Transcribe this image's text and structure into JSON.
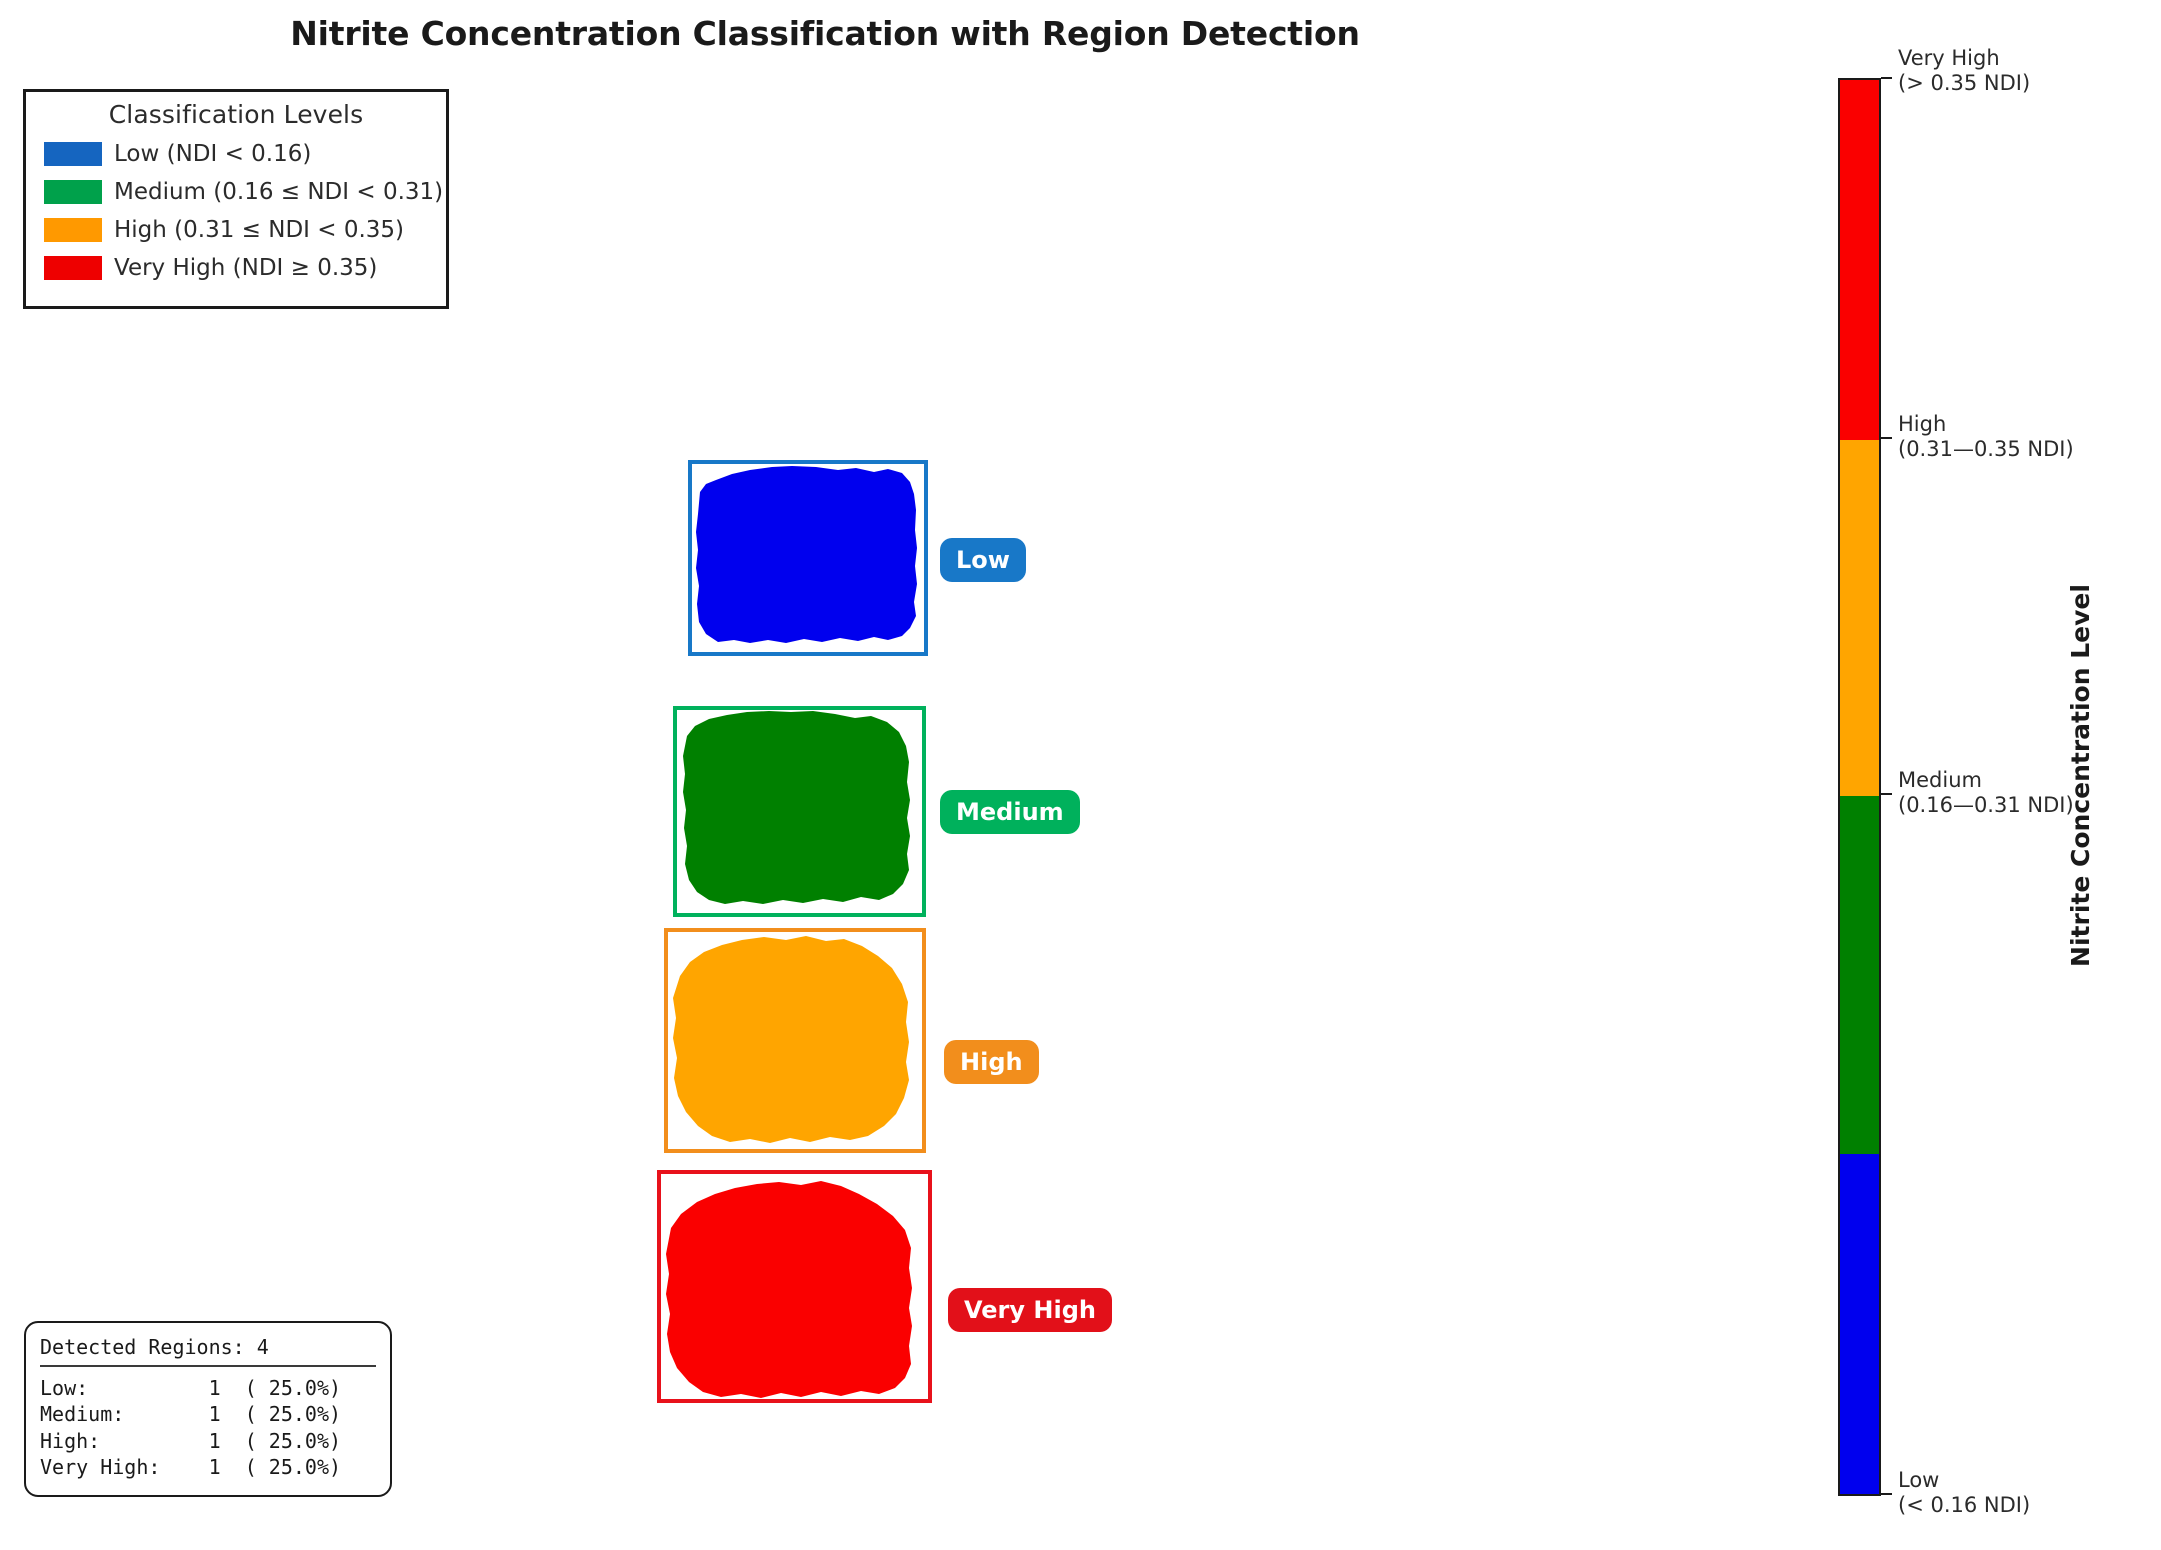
{
  "title": "Nitrite Concentration Classification with Region Detection",
  "legend": {
    "title": "Classification Levels",
    "items": [
      {
        "label": "Low (NDI < 0.16)",
        "color": "#1565C0"
      },
      {
        "label": "Medium (0.16 ≤ NDI < 0.31)",
        "color": "#00A14B"
      },
      {
        "label": "High (0.31 ≤ NDI < 0.35)",
        "color": "#FF9900"
      },
      {
        "label": "Very High (NDI ≥ 0.35)",
        "color": "#EE0000"
      }
    ]
  },
  "regions": [
    {
      "badge": "Low",
      "blob_color": "#0000EE",
      "box_color": "#1878C8",
      "badge_color": "#1878C8"
    },
    {
      "badge": "Medium",
      "blob_color": "#008000",
      "box_color": "#00B15C",
      "badge_color": "#00B15C"
    },
    {
      "badge": "High",
      "blob_color": "#FFA500",
      "box_color": "#F28E1C",
      "badge_color": "#F28E1C"
    },
    {
      "badge": "Very High",
      "blob_color": "#FA0000",
      "box_color": "#E8111B",
      "badge_color": "#E21019"
    }
  ],
  "stats": {
    "heading": "Detected Regions: 4",
    "rows": [
      {
        "name": "Low:",
        "count": "1",
        "percent": "( 25.0%)"
      },
      {
        "name": "Medium:",
        "count": "1",
        "percent": "( 25.0%)"
      },
      {
        "name": "High:",
        "count": "1",
        "percent": "( 25.0%)"
      },
      {
        "name": "Very High:",
        "count": "1",
        "percent": "( 25.0%)"
      }
    ],
    "lines": [
      "Low:          1  ( 25.0%)",
      "Medium:       1  ( 25.0%)",
      "High:         1  ( 25.0%)",
      "Very High:    1  ( 25.0%)"
    ]
  },
  "colorbar": {
    "axis_title": "Nitrite Concentration Level",
    "segments": [
      {
        "name": "Very High",
        "color": "#FA0000"
      },
      {
        "name": "High",
        "color": "#FFA500"
      },
      {
        "name": "Medium",
        "color": "#008000"
      },
      {
        "name": "Low",
        "color": "#0000EE"
      }
    ],
    "ticks": [
      {
        "line1": "Very High",
        "line2": "(> 0.35 NDI)"
      },
      {
        "line1": "High",
        "line2": "(0.31—0.35 NDI)"
      },
      {
        "line1": "Medium",
        "line2": "(0.16—0.31 NDI)"
      },
      {
        "line1": "Low",
        "line2": "(< 0.16 NDI)"
      }
    ]
  },
  "chart_data": {
    "type": "heatmap",
    "title": "Nitrite Concentration Classification with Region Detection",
    "xlabel": "",
    "ylabel": "",
    "colorbar_label": "Nitrite Concentration Level",
    "categories": [
      "Low",
      "Medium",
      "High",
      "Very High"
    ],
    "values": [
      1,
      1,
      1,
      1
    ],
    "percents": [
      25.0,
      25.0,
      25.0,
      25.0
    ],
    "total_regions": 4,
    "thresholds": {
      "low_max": 0.16,
      "medium_range": [
        0.16,
        0.31
      ],
      "high_range": [
        0.31,
        0.35
      ],
      "very_high_min": 0.35
    },
    "colors": [
      "#0000EE",
      "#008000",
      "#FFA500",
      "#FA0000"
    ],
    "legend_position": "upper-left",
    "grid": false
  }
}
